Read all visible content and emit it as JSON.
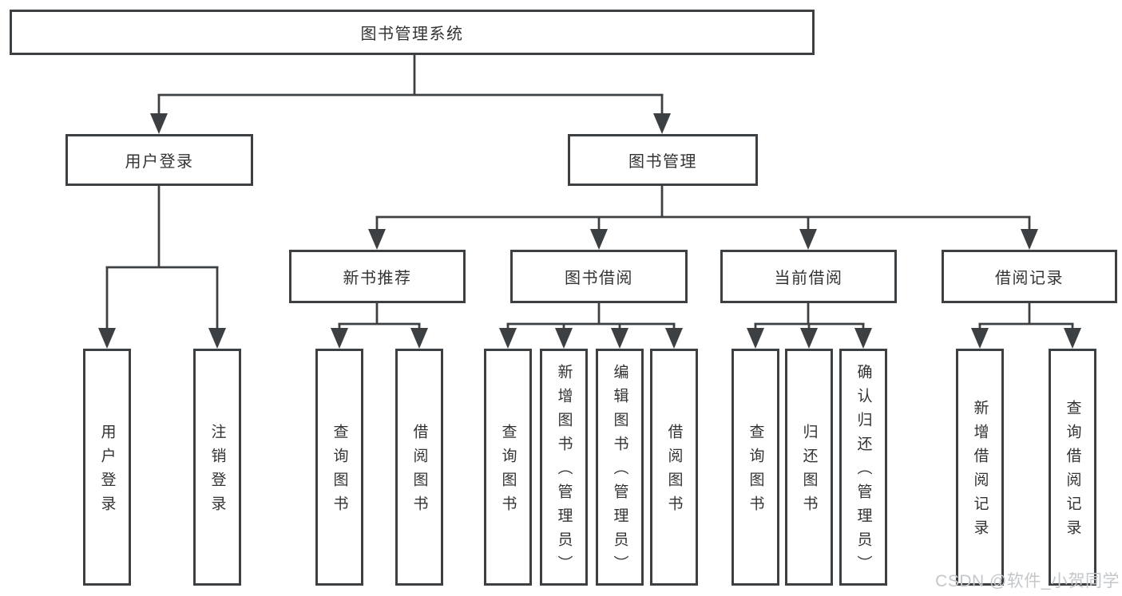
{
  "watermark": "CSDN @软件_小贺同学",
  "colors": {
    "line": "#3d4043",
    "text": "#333333",
    "watermark": "#c4c7ca",
    "background": "#ffffff"
  },
  "tree": {
    "label": "图书管理系统",
    "children": [
      {
        "label": "用户登录",
        "children": [
          {
            "label": "用户登录"
          },
          {
            "label": "注销登录"
          }
        ]
      },
      {
        "label": "图书管理",
        "children": [
          {
            "label": "新书推荐",
            "children": [
              {
                "label": "查询图书"
              },
              {
                "label": "借阅图书"
              }
            ]
          },
          {
            "label": "图书借阅",
            "children": [
              {
                "label": "查询图书"
              },
              {
                "label": "新增图书（管理员）"
              },
              {
                "label": "编辑图书（管理员）"
              },
              {
                "label": "借阅图书"
              }
            ]
          },
          {
            "label": "当前借阅",
            "children": [
              {
                "label": "查询图书"
              },
              {
                "label": "归还图书"
              },
              {
                "label": "确认归还（管理员）"
              }
            ]
          },
          {
            "label": "借阅记录",
            "children": [
              {
                "label": "新增借阅记录"
              },
              {
                "label": "查询借阅记录"
              }
            ]
          }
        ]
      }
    ]
  }
}
